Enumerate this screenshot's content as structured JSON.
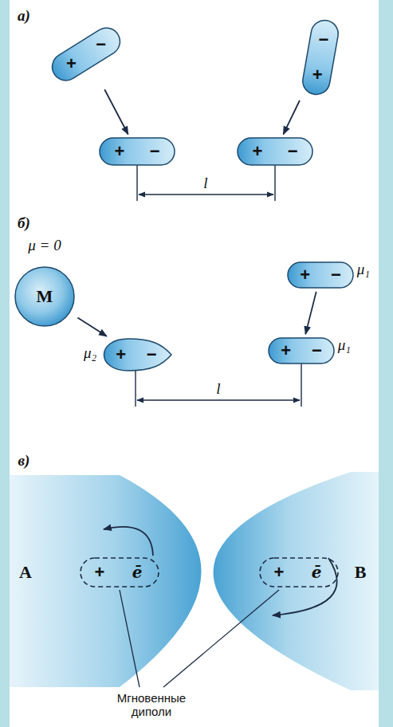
{
  "diagram": {
    "nodes": [
      {
        "text": [
          "+",
          "−"
        ]
      },
      {
        "text": [
          "+",
          "−"
        ]
      },
      {
        "text": [
          "+",
          "−"
        ]
      },
      {
        "text": [
          "+",
          "−"
        ]
      },
      {
        "text": [
          "μ = 0",
          "M"
        ]
      },
      {
        "text": [
          "+",
          "−",
          "μ₁"
        ]
      },
      {
        "text": [
          "μ₂",
          "+",
          "−"
        ]
      },
      {
        "text": [
          "+",
          "−",
          "μ₁"
        ]
      },
      {
        "text": [
          "A"
        ]
      },
      {
        "text": [
          "+",
          "ē"
        ],
        "in": 8
      },
      {
        "text": [
          "B"
        ]
      },
      {
        "text": [
          "+",
          "ē"
        ],
        "in": 10
      }
    ],
    "edges": [
      {
        "from": 0,
        "to": 2,
        "arrow": "to"
      },
      {
        "from": 1,
        "to": 3,
        "arrow": "to"
      },
      {
        "from": 4,
        "to": 6,
        "arrow": "to"
      },
      {
        "from": 5,
        "to": 7,
        "arrow": "to"
      }
    ],
    "labels": [
      "а)",
      "l",
      "б)",
      "l",
      "в)",
      "Мгновенные диполи"
    ]
  }
}
